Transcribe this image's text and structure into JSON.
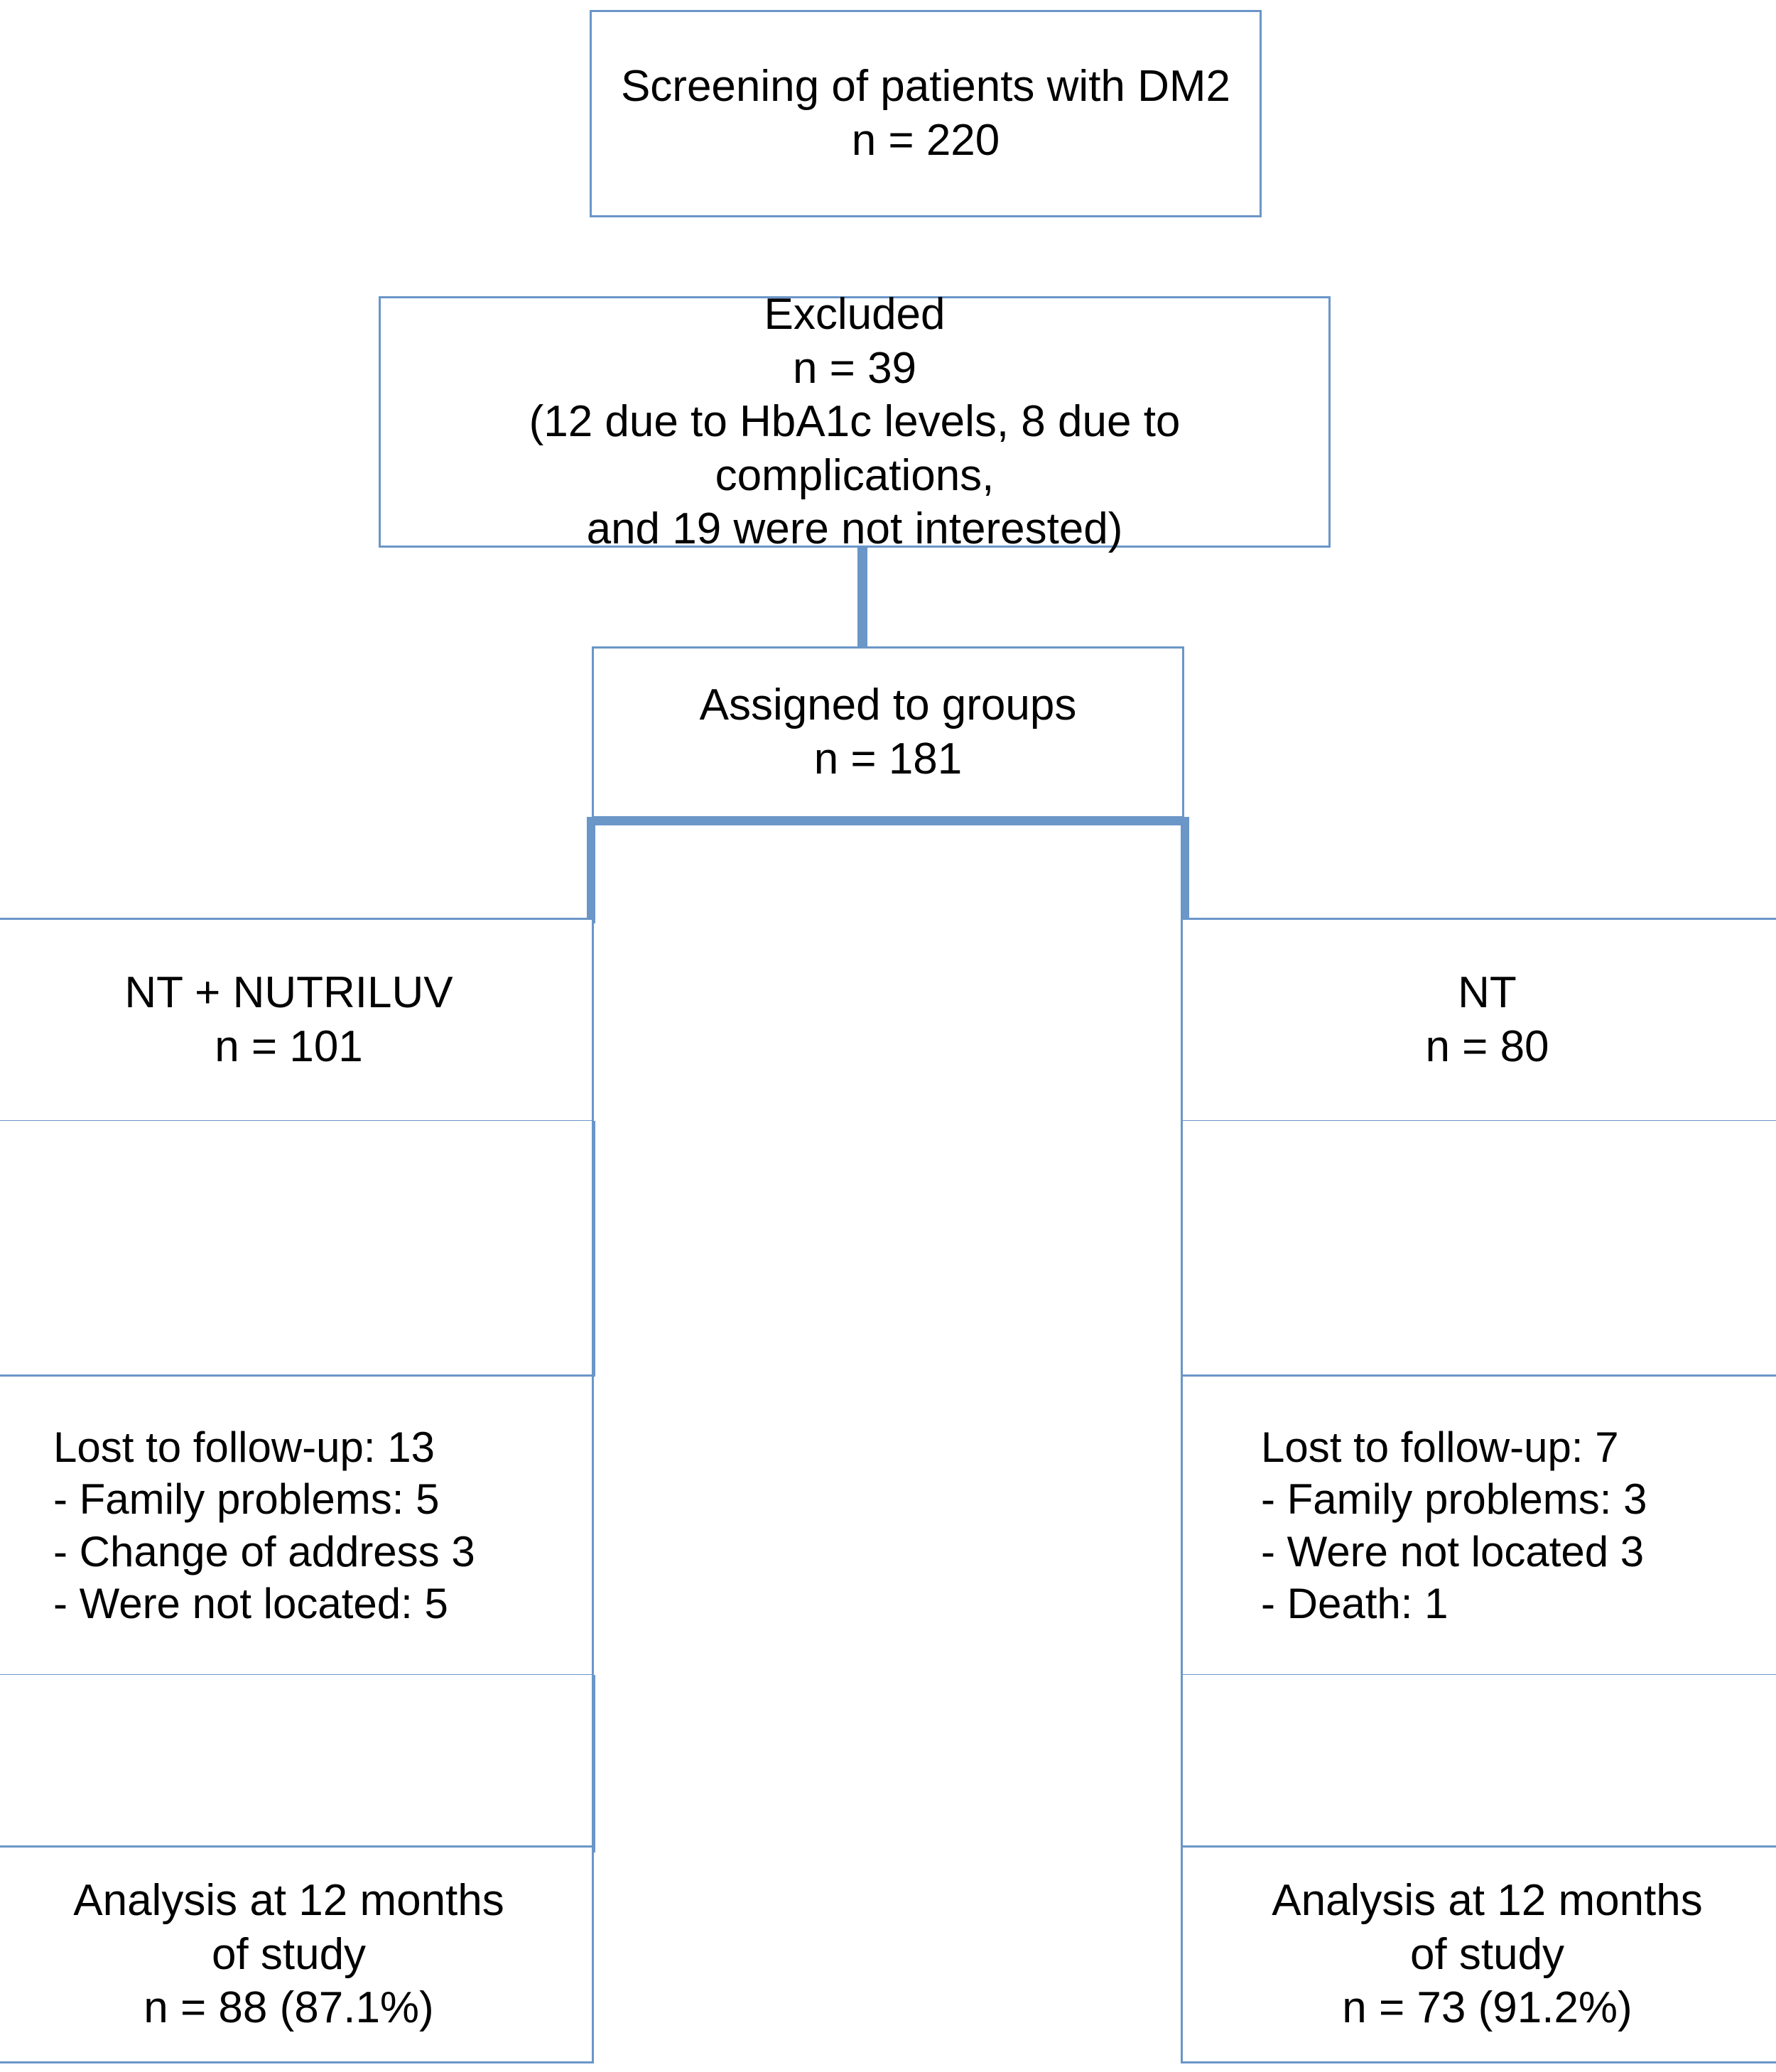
{
  "diagram": {
    "title": "CONSORT-style patient flow diagram",
    "colors": {
      "border": "#6a96c8",
      "connector": "#6a96c8",
      "box_fill": "#ffffff",
      "text": "#000000"
    }
  },
  "nodes": {
    "screening": {
      "label": "Screening of patients with DM2",
      "count_label": "n = 220",
      "n": 220,
      "text": "Screening of patients with DM2\nn = 220"
    },
    "excluded": {
      "label": "Excluded",
      "count_label": "n = 39",
      "n": 39,
      "reasons_line_1": "(12 due to HbA1c levels, 8 due to complications,",
      "reasons_line_2": "and 19 were not interested)",
      "reasons": [
        {
          "reason": "due to HbA1c levels",
          "n": 12
        },
        {
          "reason": "due to complications",
          "n": 8
        },
        {
          "reason": "were not interested",
          "n": 19
        }
      ],
      "text": "Excluded\nn = 39\n(12 due to HbA1c levels, 8 due to complications,\nand 19 were not interested)"
    },
    "assigned": {
      "label": "Assigned to groups",
      "count_label": "n = 181",
      "n": 181,
      "text": "Assigned to groups\nn = 181"
    },
    "arm_left": {
      "label": "NT + NUTRILUV",
      "count_label": "n = 101",
      "n": 101,
      "text": "NT + NUTRILUV\nn = 101"
    },
    "arm_right": {
      "label": "NT",
      "count_label": "n = 80",
      "n": 80,
      "text": "NT\nn = 80"
    },
    "spacer_left": {
      "text": ""
    },
    "spacer_right": {
      "text": ""
    },
    "lost_left": {
      "heading": "Lost to follow-up: 13",
      "n": 13,
      "items": [
        "- Family problems: 5",
        "- Change of address 3",
        "- Were not located: 5"
      ],
      "text": "Lost to follow-up: 13\n- Family problems: 5\n- Change of address 3\n- Were not located: 5"
    },
    "lost_right": {
      "heading": "Lost to follow-up: 7",
      "n": 7,
      "items": [
        "- Family problems: 3",
        "- Were not located 3",
        "- Death: 1"
      ],
      "text": "Lost to follow-up: 7\n- Family problems: 3\n- Were not located 3\n- Death: 1"
    },
    "spacer2_left": {
      "text": ""
    },
    "spacer2_right": {
      "text": ""
    },
    "analysis_left": {
      "line_1": "Analysis at 12 months",
      "line_2": "of study",
      "count_label": "n = 88 (87.1%)",
      "n": 88,
      "percent": 87.1,
      "text": "Analysis at 12 months\nof study\nn = 88 (87.1%)"
    },
    "analysis_right": {
      "line_1": "Analysis at 12 months",
      "line_2": "of study",
      "count_label": "n = 73 (91.2%)",
      "n": 73,
      "percent": 91.2,
      "text": "Analysis at 12 months\nof study\nn = 73 (91.2%)"
    }
  }
}
